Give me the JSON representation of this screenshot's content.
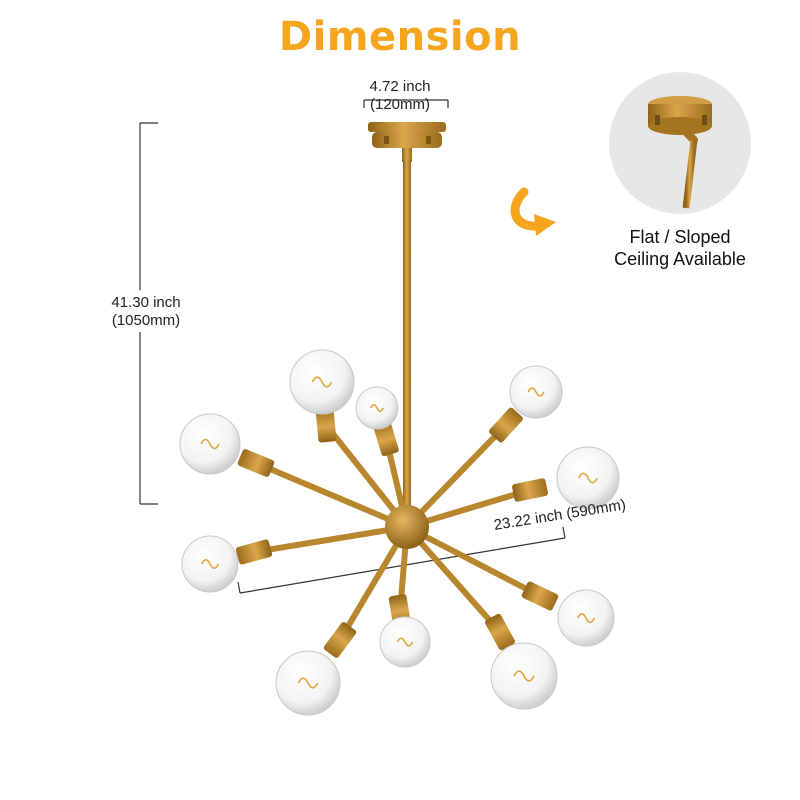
{
  "title": "Dimension",
  "colors": {
    "accent": "#F5A51E",
    "brass": "#C9942F",
    "brass_dark": "#9E6E1C",
    "inset_bg": "#E7E7E7"
  },
  "dimensions": {
    "width": "4.72 inch (120mm)",
    "height_line1": "41.30 inch",
    "height_line2": "(1050mm)",
    "diameter": "23.22 inch (590mm)"
  },
  "ceiling": {
    "line1": "Flat / Sloped",
    "line2": "Ceiling Available"
  },
  "icons": {
    "arrow": "curved-arrow-icon",
    "product": "chandelier-image",
    "inset": "ceiling-canopy-detail"
  }
}
